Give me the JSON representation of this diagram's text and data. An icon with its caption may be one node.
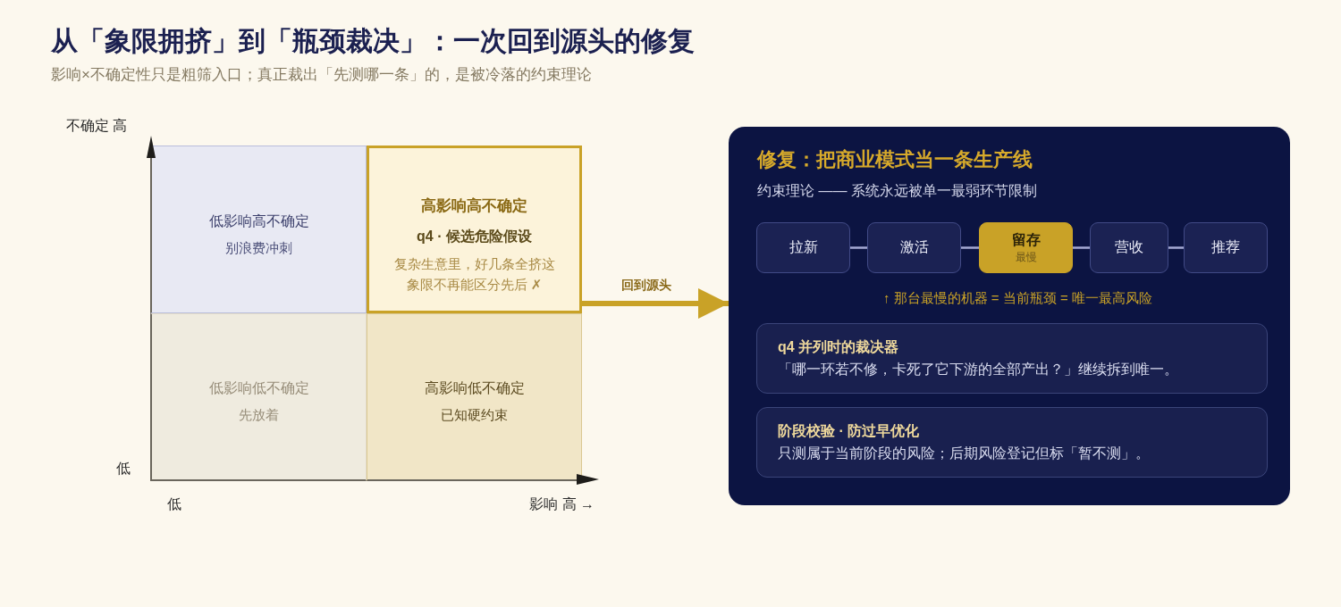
{
  "diagram": {
    "title": "从「象限拥挤」到「瓶颈裁决」：一次回到源头的修复",
    "nodes": [
      {
        "text": [
          "低影响高不确定",
          "别浪费冲刺"
        ]
      },
      {
        "text": [
          "高影响高不确定",
          "q4 · 候选危险假设",
          "复杂生意里，好几条全挤这象限不再能区分先后 ✗"
        ]
      },
      {
        "text": [
          "低影响低不确定",
          "先放着"
        ]
      },
      {
        "text": [
          "高影响低不确定",
          "已知硬约束"
        ]
      },
      {
        "text": [
          "修复：把商业模式当一条生产线",
          "约束理论 —— 系统永远被单一最弱环节限制",
          "↑ 那台最慢的机器 = 当前瓶颈 = 唯一最高风险"
        ]
      },
      {
        "text": [
          "拉新"
        ],
        "in": 4
      },
      {
        "text": [
          "激活"
        ],
        "in": 4
      },
      {
        "text": [
          "留存",
          "最慢"
        ],
        "in": 4
      },
      {
        "text": [
          "营收"
        ],
        "in": 4
      },
      {
        "text": [
          "推荐"
        ],
        "in": 4
      },
      {
        "text": [
          "q4 并列时的裁决器",
          "「哪一环若不修，卡死了它下游的全部产出？」继续拆到唯一。"
        ],
        "in": 4
      },
      {
        "text": [
          "阶段校验 · 防过早优化",
          "只测属于当前阶段的风险；后期风险登记但标「暂不测」。"
        ],
        "in": 4
      }
    ],
    "edges": [
      {
        "from": 1,
        "to": 4,
        "arrow": "to",
        "label": "回到源头",
        "style": "thick",
        "color": "#c9a227"
      },
      {
        "from": 5,
        "to": 6,
        "arrow": "none"
      },
      {
        "from": 6,
        "to": 7,
        "arrow": "none"
      },
      {
        "from": 7,
        "to": 8,
        "arrow": "none"
      },
      {
        "from": 8,
        "to": 9,
        "arrow": "none"
      }
    ],
    "labels": [
      "影响×不确定性只是粗筛入口；真正裁出「先测哪一条」的，是被冷落的约束理论",
      "不确定 高",
      "低",
      "低",
      "影响 高 →"
    ]
  }
}
